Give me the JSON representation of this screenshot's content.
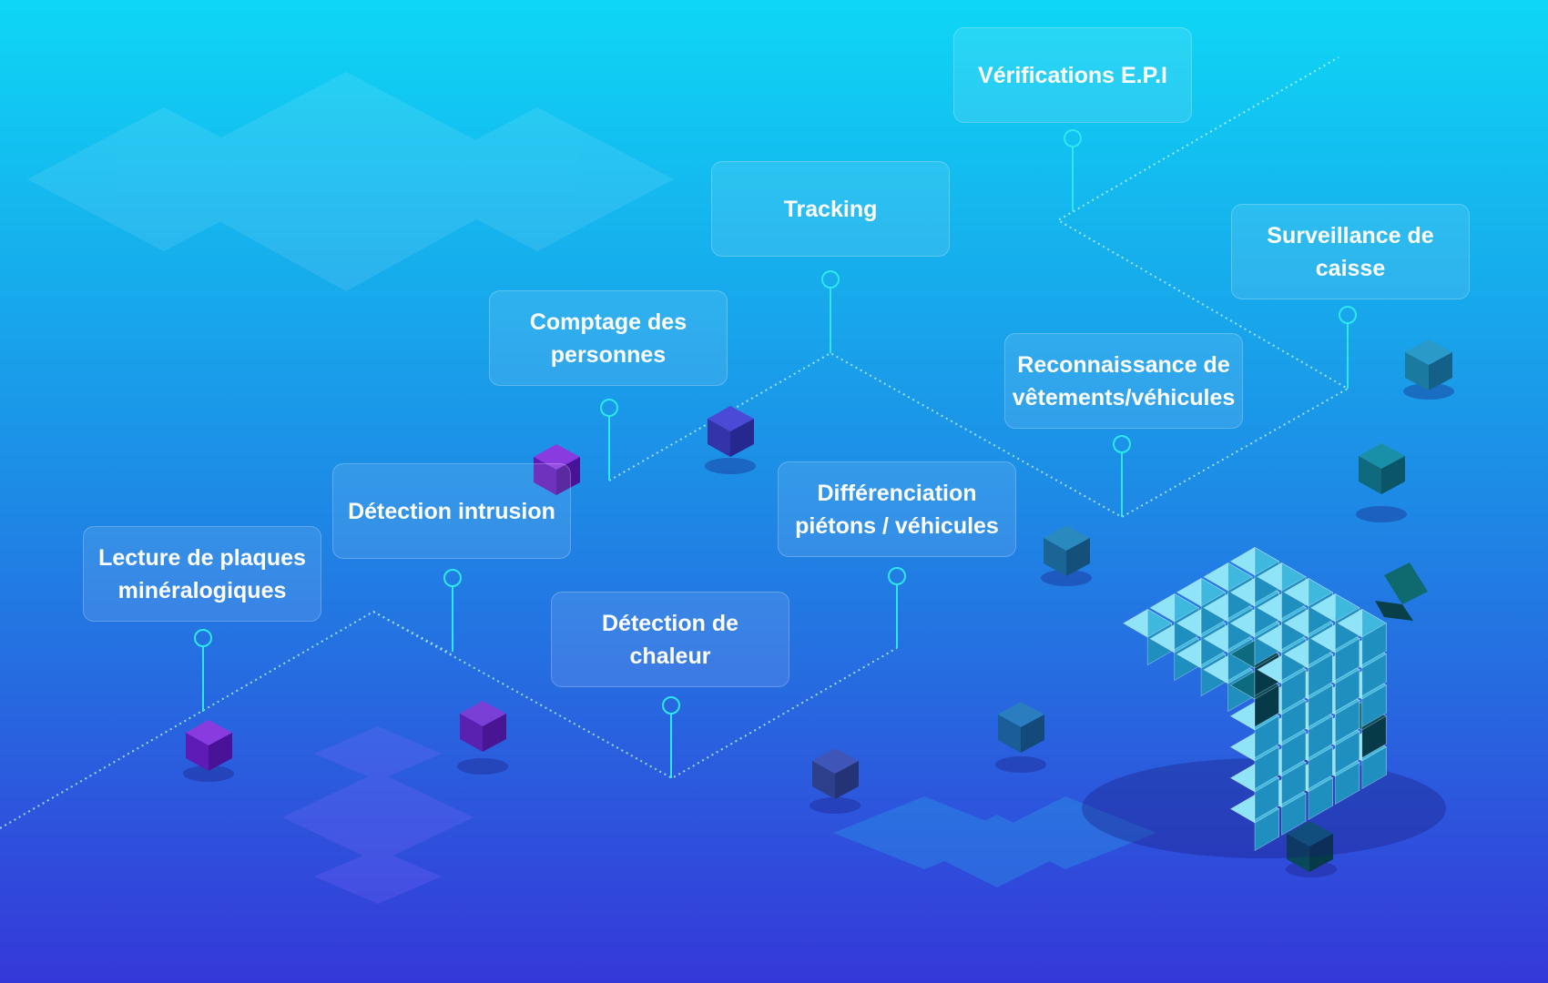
{
  "colors": {
    "bg_top": "#0ed7f5",
    "bg_bottom": "#3538d8",
    "connector": "#2ee8f0",
    "cube_light": "#7fe0f5",
    "cube_dark": "#0a5a78",
    "cube_purple": "#6a1fc9"
  },
  "features": [
    {
      "id": "epi",
      "label": "Vérifications E.P.I"
    },
    {
      "id": "tracking",
      "label": "Tracking"
    },
    {
      "id": "caisse",
      "label": "Surveillance de\ncaisse"
    },
    {
      "id": "comptage",
      "label": "Comptage des\npersonnes"
    },
    {
      "id": "vetements",
      "label": "Reconnaissance de\nvêtements/véhicules"
    },
    {
      "id": "intrusion",
      "label": "Détection intrusion"
    },
    {
      "id": "difference",
      "label": "Différenciation\npiétons / véhicules"
    },
    {
      "id": "plaques",
      "label": "Lecture de plaques\nminéralogiques"
    },
    {
      "id": "chaleur",
      "label": "Détection de\nchaleur"
    }
  ]
}
